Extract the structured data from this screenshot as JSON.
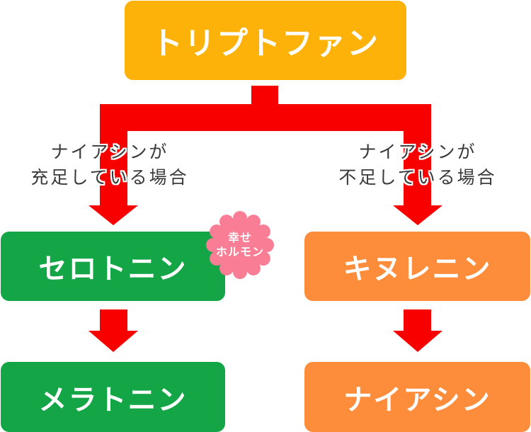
{
  "colors": {
    "arrow": "#f80000",
    "top_box": "#fdb20a",
    "left_branch": "#14a547",
    "right_branch": "#fd8c3b",
    "badge": "#f97d94",
    "text_dark": "#3a3a3a"
  },
  "nodes": {
    "top": "トリプトファン",
    "left_mid": "セロトニン",
    "left_bottom": "メラトニン",
    "right_mid": "キヌレニン",
    "right_bottom": "ナイアシン"
  },
  "conditions": {
    "left": {
      "line1": "ナイアシンが",
      "line2": "充足している場合"
    },
    "right": {
      "line1": "ナイアシンが",
      "line2": "不足している場合"
    }
  },
  "badge": {
    "line1": "幸せ",
    "line2": "ホルモン"
  }
}
